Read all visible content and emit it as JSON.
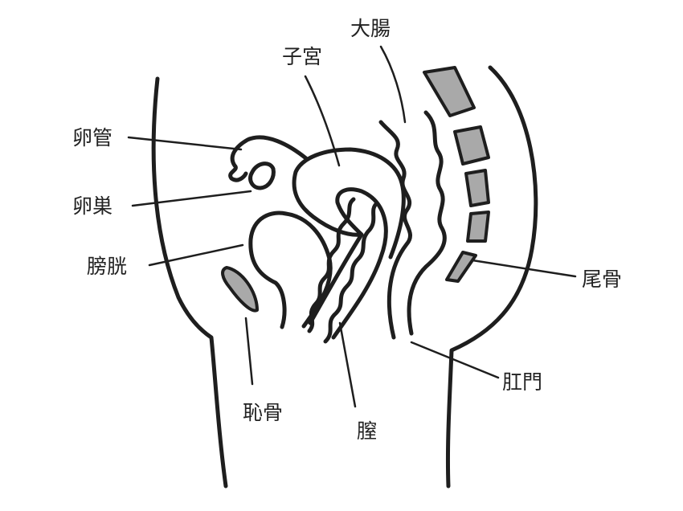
{
  "labels": {
    "oviduct": "卵管",
    "ovary": "卵巣",
    "bladder": "膀胱",
    "pubic_bone": "恥骨",
    "vagina": "膣",
    "uterus": "子宮",
    "large_intestine": "大腸",
    "coccyx": "尾骨",
    "anus": "肛門"
  },
  "colors": {
    "line": "#1e1e1e",
    "bone_fill": "#a9a9a9",
    "text": "#222222",
    "background": "#ffffff"
  }
}
